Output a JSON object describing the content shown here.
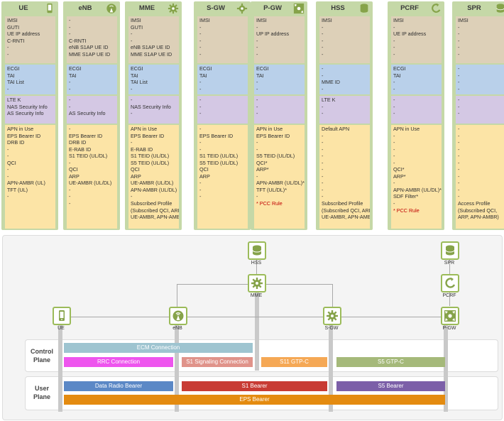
{
  "columns": [
    {
      "name": "UE",
      "icon": "phone-icon",
      "id": [
        "IMSI",
        "GUTI",
        "UE IP address",
        "C-RNTI",
        "-",
        "-"
      ],
      "loc": [
        "ECGI",
        "TAI",
        "TAI List",
        "-"
      ],
      "sec": [
        "LTE K",
        "NAS Security Info",
        "AS Security Info"
      ],
      "ses": [
        "APN in Use",
        "EPS Bearer ID",
        "DRB ID",
        "-",
        "-",
        "QCI",
        "-",
        "-",
        "APN-AMBR (UL)",
        "TFT (UL)",
        "-"
      ]
    },
    {
      "name": "eNB",
      "icon": "antenna-icon",
      "id": [
        "-",
        "-",
        "-",
        "C-RNTI",
        "eNB S1AP UE ID",
        "MME S1AP UE ID"
      ],
      "loc": [
        "ECGI",
        "TAI",
        "-",
        "-"
      ],
      "sec": [
        "-",
        "-",
        "AS Security Info"
      ],
      "ses": [
        "-",
        "EPS Bearer ID",
        "DRB ID",
        "E-RAB ID",
        "S1 TEID (UL/DL)",
        "-",
        "QCI",
        "ARP",
        "UE-AMBR (UL/DL)",
        "-",
        "-",
        "-"
      ]
    },
    {
      "name": "MME",
      "icon": "gear-icon",
      "id": [
        "IMSI",
        "GUTI",
        "-",
        "-",
        "eNB S1AP UE ID",
        "MME S1AP UE ID"
      ],
      "loc": [
        "ECGI",
        "TAI",
        "TAI List",
        "-"
      ],
      "sec": [
        "-",
        "NAS Security Info",
        "-"
      ],
      "ses": [
        "APN in Use",
        "EPS Bearer ID",
        "-",
        "E-RAB ID",
        "S1 TEID (UL/DL)",
        "S5 TEID (UL/DL)",
        "QCI",
        "ARP",
        "UE-AMBR (UL/DL)",
        "APN-AMBR (UL/DL)",
        "-",
        "Subscribed Profile",
        "(Subscribed QCI, ARP,",
        "UE-AMBR, APN-AMBR)"
      ]
    },
    {
      "name": "S-GW",
      "icon": "gear-arrows-icon",
      "id": [
        "IMSI",
        "-",
        "-",
        "-",
        "-",
        "-"
      ],
      "loc": [
        "ECGI",
        "TAI",
        "-",
        "-"
      ],
      "sec": [
        "-",
        "-",
        "-"
      ],
      "ses": [
        "-",
        "EPS Bearer ID",
        "-",
        "-",
        "S1 TEID (UL/DL)",
        "S5 TEID (UL/DL)",
        "QCI",
        "ARP",
        "-",
        "-",
        "-"
      ]
    },
    {
      "name": "P-GW",
      "icon": "crossroads-icon",
      "id": [
        "IMSI",
        "-",
        "UP IP address",
        "-",
        "-",
        "-"
      ],
      "loc": [
        "ECGI",
        "TAI",
        "-",
        "-"
      ],
      "sec": [
        "-",
        "-",
        "-"
      ],
      "ses": [
        "APN in Use",
        "EPS Bearer ID",
        "-",
        "-",
        "S5 TEID (UL/DL)",
        "QCI*",
        "ARP*",
        "-",
        "APN-AMBR (UL/DL)*",
        "TFT (UL/DL)*",
        "-"
      ],
      "note": "* PCC Rule"
    },
    {
      "name": "HSS",
      "icon": "database-icon",
      "id": [
        "IMSI",
        "-",
        "-",
        "-",
        "-",
        "-"
      ],
      "loc": [
        "-",
        "-",
        "MME ID",
        "-"
      ],
      "sec": [
        "LTE K",
        "-",
        "-"
      ],
      "ses": [
        "Default APN",
        "-",
        "-",
        "-",
        "-",
        "-",
        "-",
        "-",
        "-",
        "-",
        "-",
        "Subscribed Profile",
        "(Subscribed QCI, ARP,",
        "UE-AMBR, APN-AMBR)"
      ]
    },
    {
      "name": "PCRF",
      "icon": "recycle-icon",
      "id": [
        "IMSI",
        "-",
        "UE IP address",
        "-",
        "-",
        "-"
      ],
      "loc": [
        "ECGI",
        "TAI",
        "-",
        "-"
      ],
      "sec": [
        "-",
        "-",
        "-"
      ],
      "ses": [
        "APN in Use",
        "-",
        "-",
        "-",
        "-",
        "-",
        "QCI*",
        "ARP*",
        "-",
        "APN-AMBR (UL/DL)*",
        "SDF Filter*",
        "-"
      ],
      "note": "* PCC Rule"
    },
    {
      "name": "SPR",
      "icon": "database-stack-icon",
      "id": [
        "IMSI",
        "-",
        "-",
        "-",
        "-",
        "-"
      ],
      "loc": [
        "-",
        "-",
        "-",
        "-"
      ],
      "sec": [
        "-",
        "-",
        "-"
      ],
      "ses": [
        "-",
        "-",
        "-",
        "-",
        "-",
        "-",
        "-",
        "-",
        "-",
        "-",
        "-",
        "Access Profile",
        "(Subscribed QCI,",
        "ARP, APN-AMBR)"
      ]
    }
  ],
  "network": {
    "nodes": {
      "hss": "HSS",
      "spr": "SPR",
      "mme": "MME",
      "pcrf": "PCRF",
      "ue": "UE",
      "enb": "eNB",
      "sgw": "S-GW",
      "pgw": "P-GW"
    },
    "control_plane_label": [
      "Control",
      "Plane"
    ],
    "user_plane_label": [
      "User",
      "Plane"
    ],
    "bars": {
      "ecm": "ECM Connection",
      "rrc": "RRC Connection",
      "s1sig": "S1 Signaling Connection",
      "s11": "S11 GTP-C",
      "s5c": "S5 GTP-C",
      "drb": "Data Radio Bearer",
      "s1b": "S1 Bearer",
      "s5b": "S5 Bearer",
      "eps": "EPS Bearer"
    }
  },
  "colors": {
    "frame": "#c5d8a7",
    "identity": "#ddd0b8",
    "location": "#b9d0ea",
    "security": "#d4c8e4",
    "session": "#fce4a6",
    "ecm": "#9ec4d0",
    "rrc": "#ee55ee",
    "s1sig": "#e0938a",
    "s11": "#f5a855",
    "s5c": "#a5b97a",
    "drb": "#5b88c6",
    "s1b": "#c83b34",
    "s5b": "#7c5fa8",
    "eps": "#e48b10",
    "node_border": "#9bbb59",
    "red": "#c00000"
  }
}
